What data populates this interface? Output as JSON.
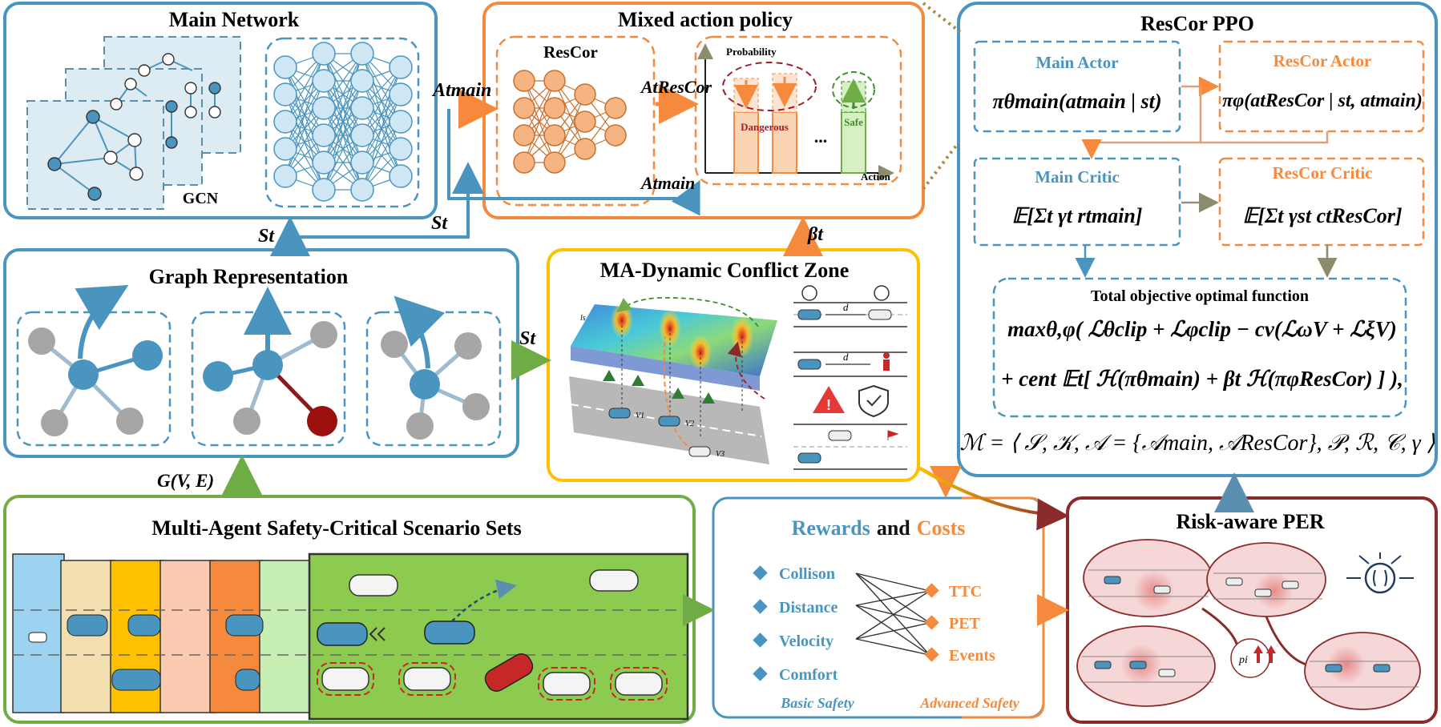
{
  "colors": {
    "blue": "#4A95BF",
    "orange": "#F58A3C",
    "yellow": "#FFC000",
    "green": "#70AD47",
    "darkred": "#8B2A2A",
    "steel": "#5B8FB0"
  },
  "main_network": {
    "title": "Main Network",
    "gcn_label": "GCN"
  },
  "mixed_policy": {
    "title": "Mixed action policy",
    "rescor_label": "ResCor",
    "prob_label": "Probability",
    "action_label": "Action",
    "dangerous_label": "Dangerous",
    "safe_label": "Safe",
    "dots": "..."
  },
  "rescor_ppo": {
    "title": "ResCor PPO",
    "main_actor": "Main Actor",
    "main_actor_formula": "πθmain(atmain | st)",
    "rescor_actor": "ResCor Actor",
    "rescor_actor_formula": "πφ(atResCor | st, atmain)",
    "main_critic": "Main Critic",
    "main_critic_formula": "𝔼[Σt γt rtmain]",
    "rescor_critic": "ResCor Critic",
    "rescor_critic_formula": "𝔼[Σt γst ctResCor]",
    "objective_title": "Total objective optimal function",
    "objective_line1": "maxθ,φ( ℒθclip + ℒφclip − cv(ℒωV + ℒξV)",
    "objective_line2": "+ cent 𝔼t[ ℋ(πθmain) + βt ℋ(πφResCor) ] ),",
    "mdp": "ℳ = ⟨ 𝒮, 𝒦, 𝒜 = {𝒜main, 𝒜ResCor}, 𝒫, ℛ, 𝒞, γ ⟩"
  },
  "graph_rep": {
    "title": "Graph Representation"
  },
  "conflict_zone": {
    "title": "MA-Dynamic Conflict Zone",
    "d1": "d",
    "d2": "d",
    "v1": "V1",
    "v2": "V2",
    "v3": "V3",
    "ls": "ls"
  },
  "scenario": {
    "title": "Multi-Agent Safety-Critical Scenario Sets"
  },
  "rewards": {
    "title_a": "Rewards",
    "title_and": "and",
    "title_b": "Costs",
    "basic": [
      "Collison",
      "Distance",
      "Velocity",
      "Comfort"
    ],
    "advanced": [
      "TTC",
      "PET",
      "Events"
    ],
    "basic_label": "Basic Safety",
    "advanced_label": "Advanced Safety"
  },
  "per": {
    "title": "Risk-aware PER",
    "pi_label": "pi"
  },
  "arrows": {
    "a_main_1": "Atmain",
    "a_rescor": "AtResCor",
    "a_main_2": "Atmain",
    "s_t1": "St",
    "s_t2": "St",
    "s_t3": "St",
    "beta": "βt",
    "gve": "G(V, E)"
  }
}
